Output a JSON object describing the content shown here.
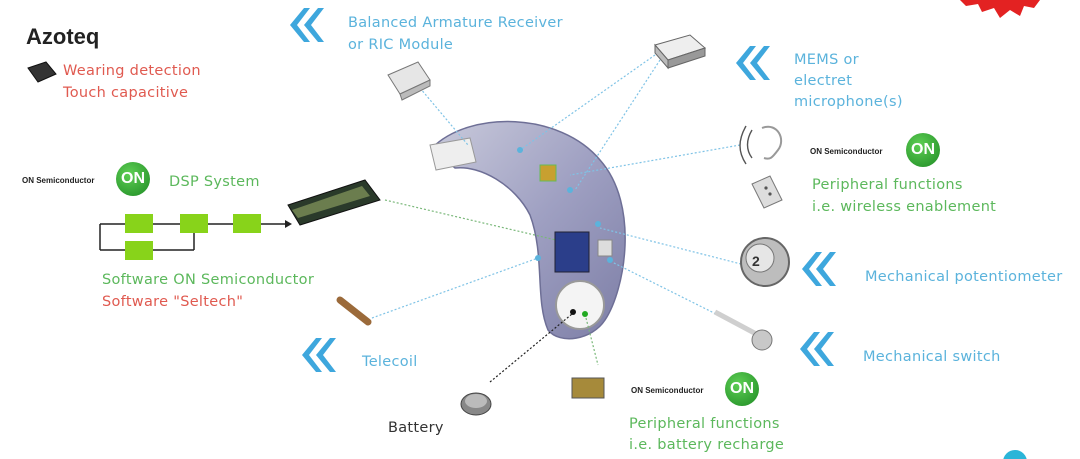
{
  "brand": {
    "azoteq": "Azoteq",
    "onsemi": "ON Semiconductor",
    "on_logo": "ON"
  },
  "labels": {
    "wearing_detection": "Wearing detection",
    "touch_capacitive": "Touch capacitive",
    "dsp_system": "DSP System",
    "software_on": "Software ON Semiconductor",
    "software_seltech": "Software \"Seltech\"",
    "telecoil": "Telecoil",
    "battery": "Battery",
    "balanced_armature_1": "Balanced Armature Receiver",
    "balanced_armature_2": "or RIC Module",
    "mems_1": "MEMS or",
    "mems_2": "electret",
    "mems_3": "microphone(s)",
    "peripheral_wireless_1": "Peripheral functions",
    "peripheral_wireless_2": "i.e. wireless enablement",
    "mech_potentiometer": "Mechanical potentiometer",
    "mech_switch": "Mechanical switch",
    "peripheral_battery_1": "Peripheral functions",
    "peripheral_battery_2": "i.e. battery recharge",
    "pot_number": "2"
  },
  "colors": {
    "blue_text": "#5bb3dc",
    "green_text": "#5cb85c",
    "red_text": "#e05a50",
    "device_body": "#8e8fb4",
    "arrow_blue": "#3ea7dd",
    "block_green": "#88d31a"
  },
  "icons": [
    "azoteq-logo-icon",
    "on-semiconductor-logo-icon",
    "knowles-chevron-icon"
  ]
}
